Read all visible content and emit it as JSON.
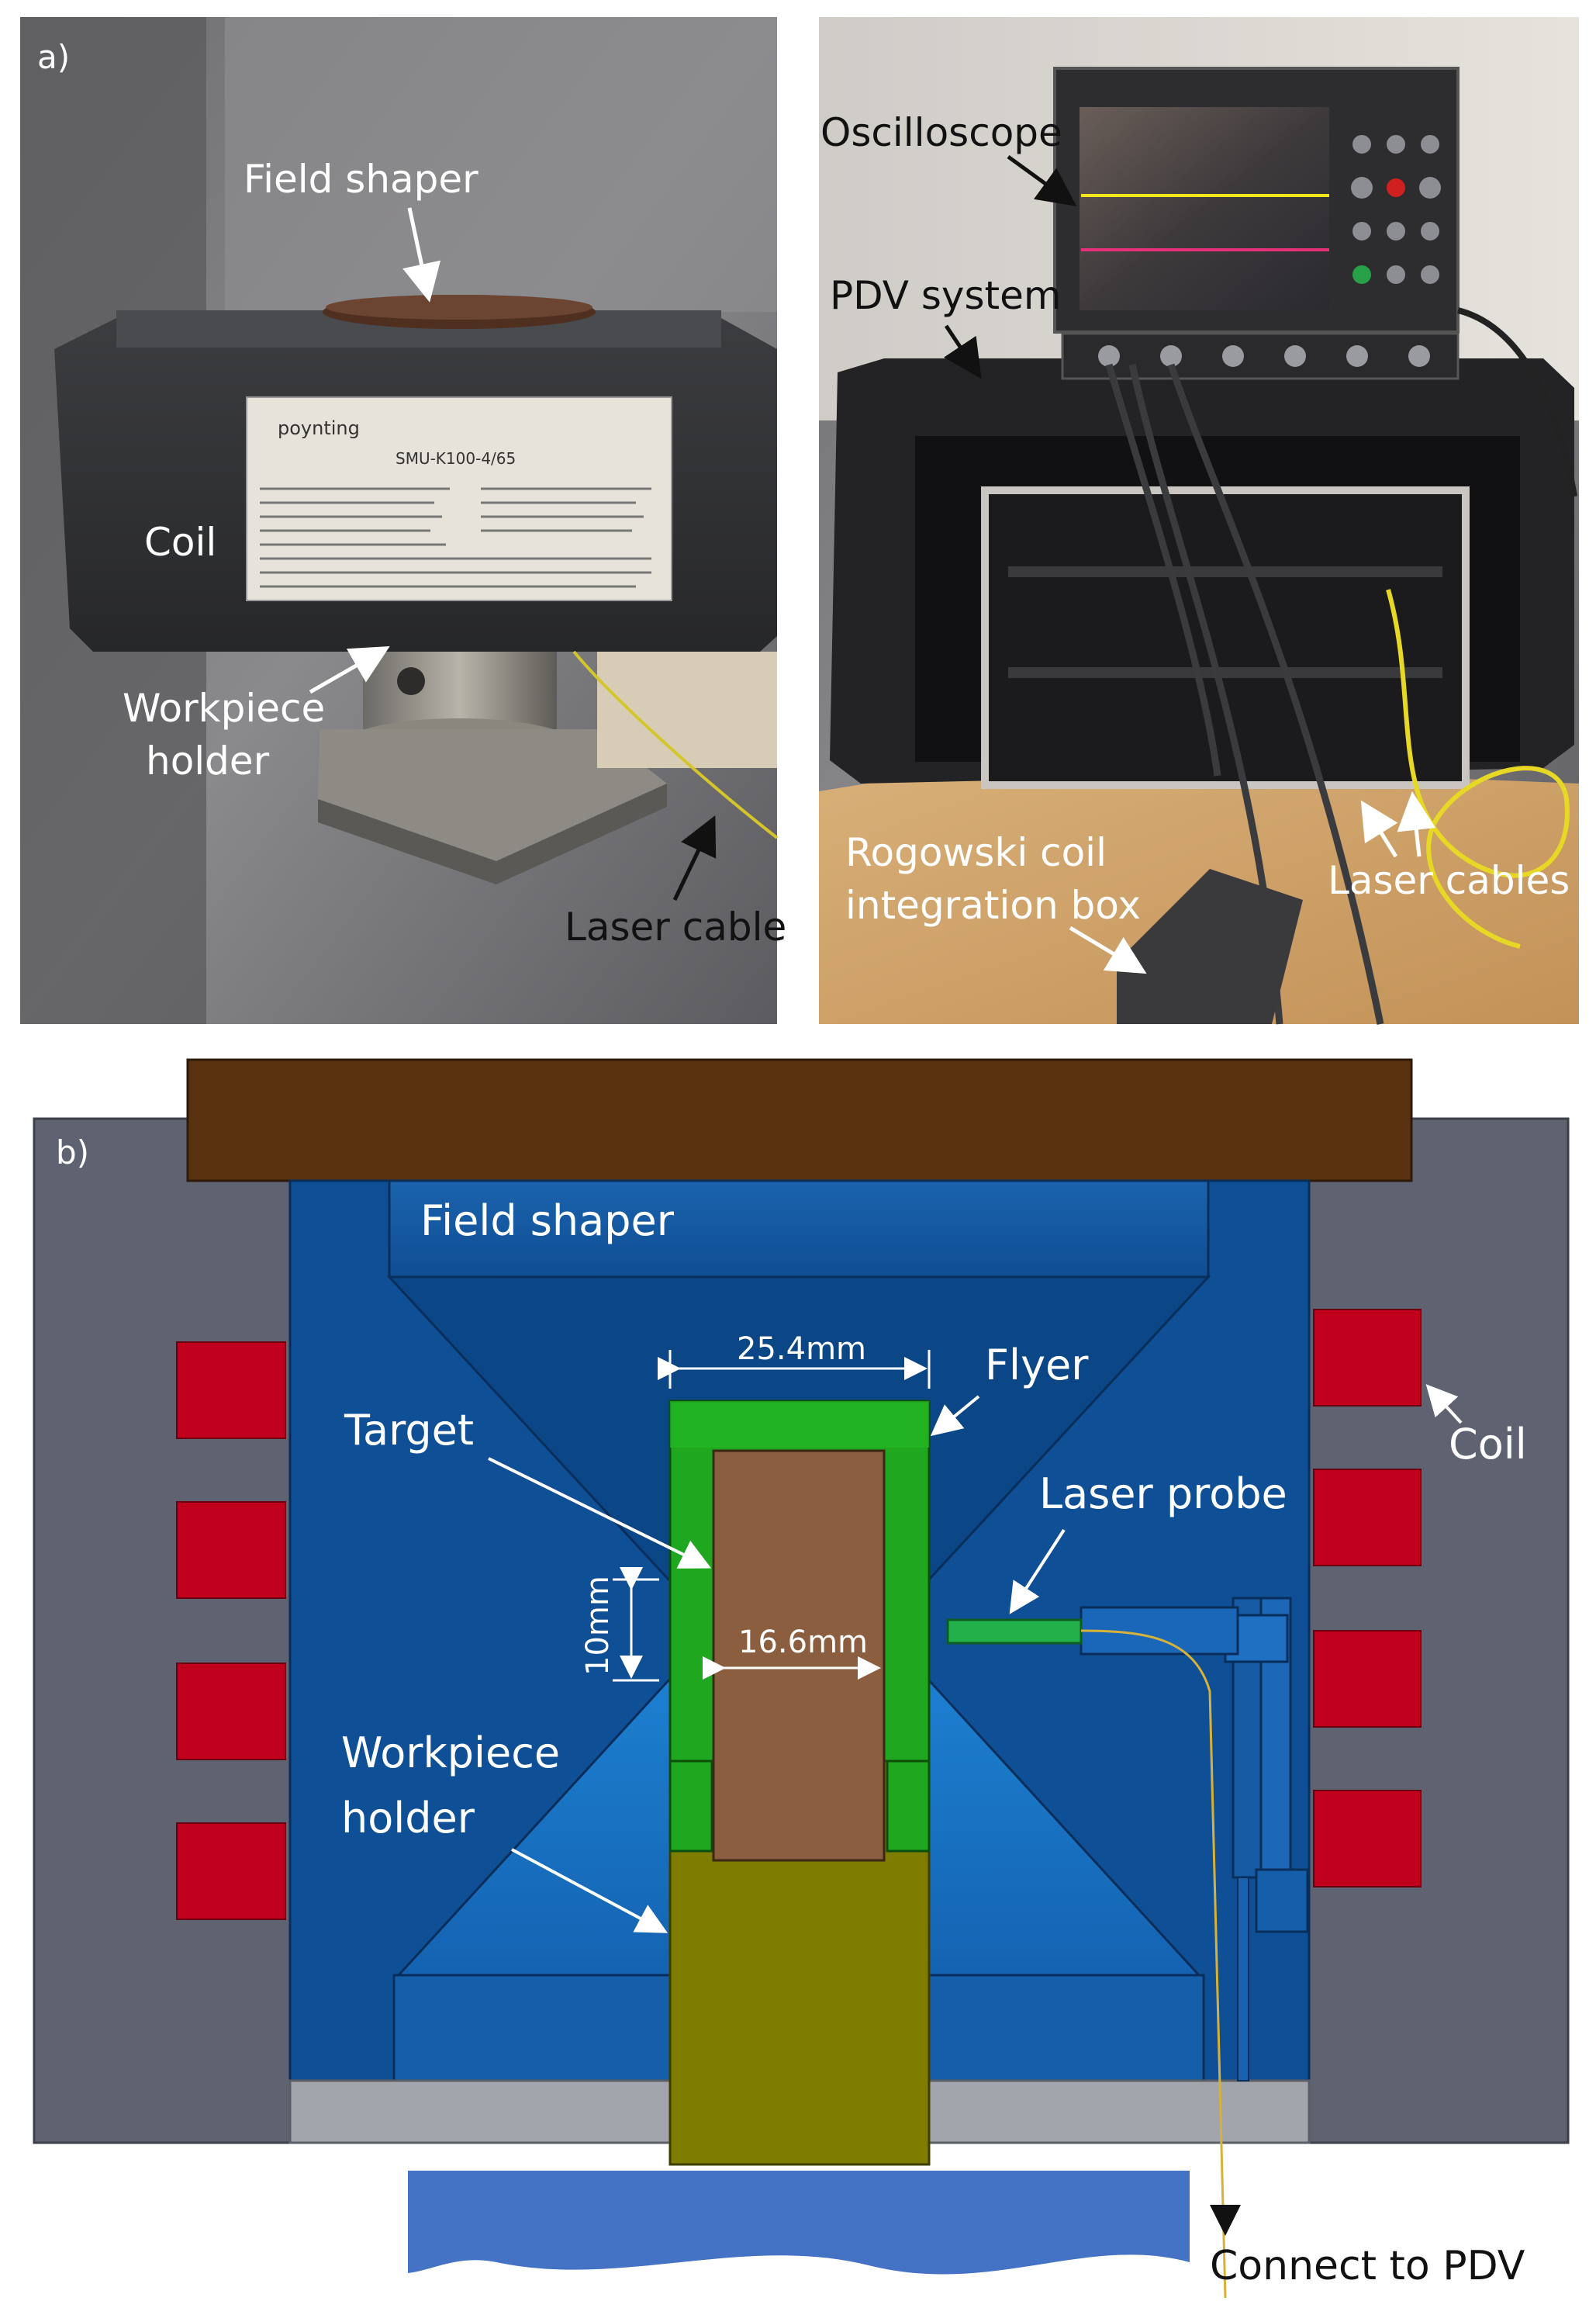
{
  "panel_a": {
    "label": "a)",
    "labels": {
      "field_shaper": "Field shaper",
      "coil": "Coil",
      "workpiece_holder_line1": "Workpiece",
      "workpiece_holder_line2": "holder",
      "laser_cable": "Laser cable",
      "oscilloscope": "Oscilloscope",
      "pdv_system": "PDV system",
      "rogowski_line1": "Rogowski coil",
      "rogowski_line2": "integration box",
      "laser_cables": "Laser cables"
    },
    "device_plate": {
      "brand": "poynting",
      "model": "SMU-K100-4/65"
    }
  },
  "panel_b": {
    "label": "b)",
    "labels": {
      "field_shaper": "Field shaper",
      "flyer": "Flyer",
      "target": "Target",
      "coil": "Coil",
      "laser_probe": "Laser probe",
      "workpiece_holder_line1": "Workpiece",
      "workpiece_holder_line2": "holder",
      "connect": "Connect to PDV"
    },
    "dimensions": {
      "flyer_width": "25.4mm",
      "target_width": "16.6mm",
      "gap_height": "10mm"
    }
  },
  "colors": {
    "coil_housing": "#5f6270",
    "field_shaper_blue": "#0f4f96",
    "cap_brown": "#5a3210",
    "flyer_green": "#1fa81f",
    "target_brown": "#8a5e3e",
    "holder_olive": "#7e7d00",
    "coil_red": "#c0001c",
    "probe_green": "#22b04a",
    "base_blue": "#4472c4"
  }
}
